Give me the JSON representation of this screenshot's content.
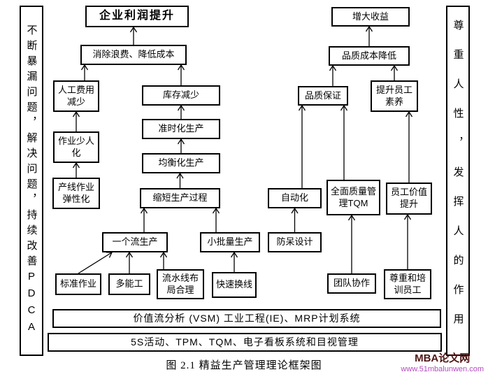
{
  "figure": {
    "caption": "图 2.1 精益生产管理理论框架图"
  },
  "watermark": {
    "site_name": "MBA论文网",
    "site_url": "www.51mbalunwen.com",
    "name_color": "#4e1515",
    "url_color": "#b44cc0"
  },
  "sidebars": {
    "left": "不断暴漏问题，解决问题，持续改善PDCA",
    "right": "尊重人性，发挥人的作用"
  },
  "nodes": {
    "profit": "企业利润提升",
    "revenue": "增大收益",
    "eliminate_waste": "消除浪费、降低成本",
    "quality_cost": "品质成本降低",
    "labor_cost": "人工费用减少",
    "inventory": "库存减少",
    "quality_assurance": "品质保证",
    "staff_quality": "提升员工素养",
    "few_workers": "作业少人化",
    "jit": "准时化生产",
    "leveling": "均衡化生产",
    "line_flexibility": "产线作业弹性化",
    "shorten_process": "缩短生产过程",
    "jidoka": "自动化",
    "tqm": "全面质量管理TQM",
    "employee_value": "员工价值提升",
    "one_piece_flow": "一个流生产",
    "small_batch": "小批量生产",
    "poka_yoke": "防呆设计",
    "standard_work": "标准作业",
    "multi_skill": "多能工",
    "line_layout": "流水线布局合理",
    "quick_changeover": "快速换线",
    "teamwork": "团队协作",
    "respect_training": "尊重和培训员工",
    "vsm_bar": "价值流分析 (VSM) 工业工程(IE)、MRP计划系统",
    "bar_5s": "5S活动、TPM、TQM、电子看板系统和目视管理"
  },
  "edges": [
    {
      "from": "eliminate_waste",
      "to": "profit"
    },
    {
      "from": "quality_cost",
      "to": "revenue"
    },
    {
      "from": "labor_cost",
      "to": "eliminate_waste"
    },
    {
      "from": "inventory",
      "to": "eliminate_waste"
    },
    {
      "from": "quality_assurance",
      "to": "quality_cost"
    },
    {
      "from": "staff_quality",
      "to": "quality_cost"
    },
    {
      "from": "few_workers",
      "to": "labor_cost"
    },
    {
      "from": "line_flexibility",
      "to": "few_workers"
    },
    {
      "from": "jit",
      "to": "inventory"
    },
    {
      "from": "leveling",
      "to": "jit"
    },
    {
      "from": "shorten_process",
      "to": "leveling"
    },
    {
      "from": "one_piece_flow",
      "to": "shorten_process"
    },
    {
      "from": "small_batch",
      "to": "shorten_process"
    },
    {
      "from": "jidoka",
      "to": "quality_assurance"
    },
    {
      "from": "tqm",
      "to": "quality_assurance"
    },
    {
      "from": "employee_value",
      "to": "staff_quality"
    },
    {
      "from": "poka_yoke",
      "to": "jidoka"
    },
    {
      "from": "standard_work",
      "to": "one_piece_flow"
    },
    {
      "from": "multi_skill",
      "to": "one_piece_flow"
    },
    {
      "from": "line_layout",
      "to": "one_piece_flow"
    },
    {
      "from": "quick_changeover",
      "to": "small_batch"
    },
    {
      "from": "teamwork",
      "to": "tqm"
    },
    {
      "from": "respect_training",
      "to": "employee_value"
    }
  ]
}
